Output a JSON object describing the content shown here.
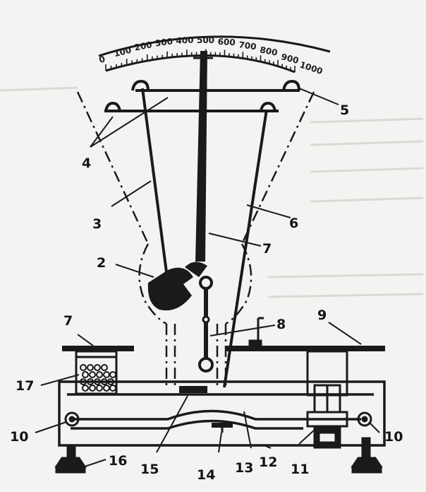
{
  "scale": {
    "labels": [
      "0",
      "100",
      "200",
      "300",
      "400",
      "500",
      "600",
      "700",
      "800",
      "900",
      "1000"
    ]
  },
  "callouts": {
    "c1": "2",
    "c2": "3",
    "c3": "4",
    "c4": "5",
    "c5": "6",
    "c6": "7",
    "c7": "7",
    "c8": "8",
    "c9": "9",
    "c10": "17",
    "c11": "10",
    "c12": "10",
    "c13": "16",
    "c14": "15",
    "c15": "14",
    "c16": "13",
    "c17": "12",
    "c18": "11"
  },
  "colors": {
    "ink": "#1a1a1a",
    "paper": "#f3f3f1"
  }
}
